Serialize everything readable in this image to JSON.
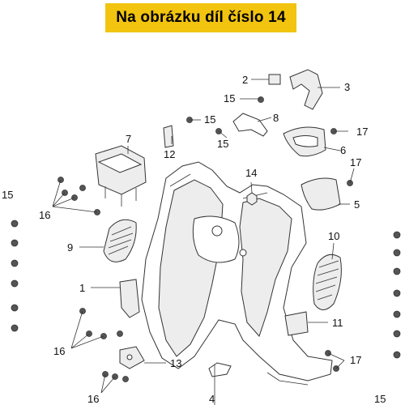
{
  "banner": {
    "text": "Na obrázku díl číslo 14"
  },
  "labels": {
    "l1": "1",
    "l2": "2",
    "l3": "3",
    "l4": "4",
    "l5": "5",
    "l6": "6",
    "l7": "7",
    "l8": "8",
    "l9": "9",
    "l10": "10",
    "l11": "11",
    "l12": "12",
    "l13": "13",
    "l14": "14",
    "l15a": "15",
    "l15b": "15",
    "l15c": "15",
    "l15d": "15",
    "l16a": "16",
    "l16b": "16",
    "l16c": "16",
    "l17a": "17",
    "l17b": "17",
    "l17c": "17"
  },
  "colors": {
    "banner": "#f2c40f",
    "lines": "#333333"
  }
}
